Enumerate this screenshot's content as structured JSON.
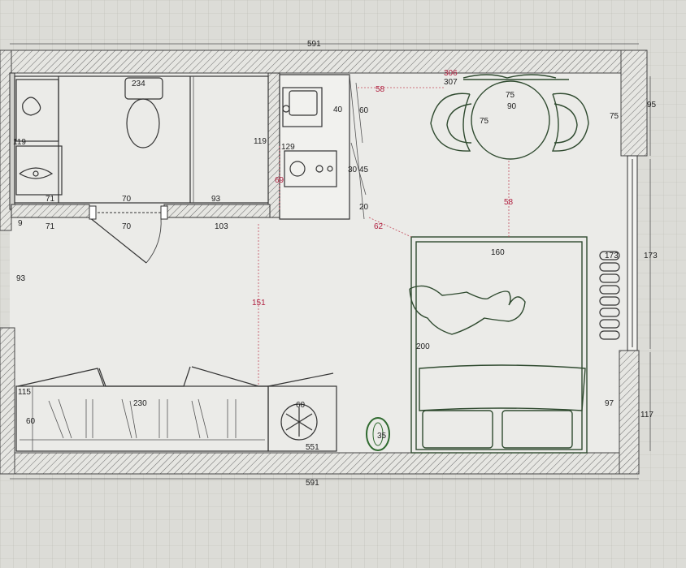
{
  "plan": {
    "overall_width_top": "591",
    "overall_width_bottom": "591",
    "bathroom_width": "234",
    "wc_partition_widths": [
      "71",
      "70",
      "93"
    ],
    "entry_widths": [
      "71",
      "70",
      "103"
    ],
    "bathroom_height": "119",
    "wc_height": "119",
    "entry_height": "9",
    "hall_height": "93",
    "kitchen_depth": "129",
    "kitchen_upper": "40",
    "kitchen_sink_depth": "60",
    "kitchen_offset": "69",
    "oven_widths": [
      "30",
      "45"
    ],
    "kitchen_bottom": "20",
    "kitchen_gap": "58",
    "dining_width_total": "306",
    "dining_width": "307",
    "table_width": "75",
    "table_inner": "90",
    "table_depth": "75",
    "wall_right_top": "75",
    "wall_right": "95",
    "table_to_bed": "58",
    "kitchen_to_bed": "62",
    "bed_width": "160",
    "bed_length": "200",
    "window_width_inner": "173",
    "window_width_outer": "173",
    "living_depth": "151",
    "sofa_depth": "115",
    "sofa_length": "230",
    "sofa_height": "60",
    "fridge_width": "60",
    "living_length": "551",
    "plant_size": "35",
    "right_bottom_inner": "97",
    "right_bottom_outer": "117"
  }
}
